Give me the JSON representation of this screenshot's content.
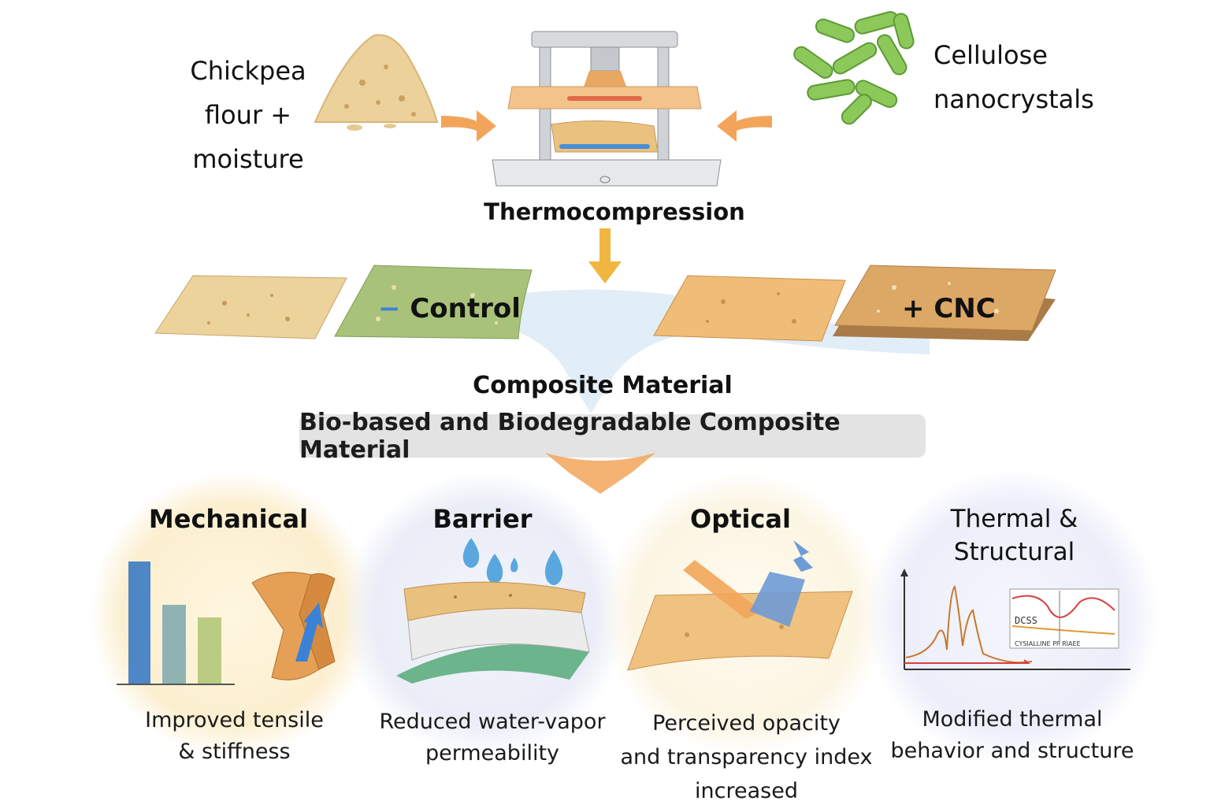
{
  "inputs": {
    "flour": {
      "line1": "Chickpea",
      "line2": "flour  +",
      "line3": "moisture"
    },
    "cnc": {
      "line1": "Cellulose",
      "line2": "nanocrystals"
    }
  },
  "process": {
    "label": "Thermocompression"
  },
  "samples": {
    "control_label": "Control",
    "control_sign": "−",
    "cnc_label": "+ CNC"
  },
  "composite": {
    "heading": "Composite Material",
    "band_text": "Bio-based and Biodegradable Composite Material"
  },
  "properties": [
    {
      "title": "Mechanical",
      "desc1": "Improved tensile",
      "desc2": "& stiffness"
    },
    {
      "title": "Barrier",
      "desc1": "Reduced water-vapor",
      "desc2": "permeability"
    },
    {
      "title": "Optical",
      "desc1": "Perceived opacity",
      "desc2": "and transparency index",
      "desc3": "increased"
    },
    {
      "title1": "Thermal &",
      "title2": "Structural",
      "desc1": "Modified thermal",
      "desc2": "behavior and structure"
    }
  ],
  "thermal_chart": {
    "inset_label": "DCSS",
    "inset_caption": "CYSIALLINE PF RIAEE"
  },
  "colors": {
    "flour": "#e9c98e",
    "cnc_green": "#8cc95a",
    "arrow_orange": "#f2a55a",
    "band": "#e3e3e3",
    "bar_blue": "#4f86c6",
    "bar_teal": "#8fb3b3",
    "bar_green": "#b9cc82",
    "water": "#5aa7e0"
  },
  "icons": [
    "flour-pile-icon",
    "cnc-crystals-icon",
    "press-icon",
    "water-drop-icon",
    "light-ray-icon",
    "bar-chart-icon",
    "torn-film-icon"
  ]
}
